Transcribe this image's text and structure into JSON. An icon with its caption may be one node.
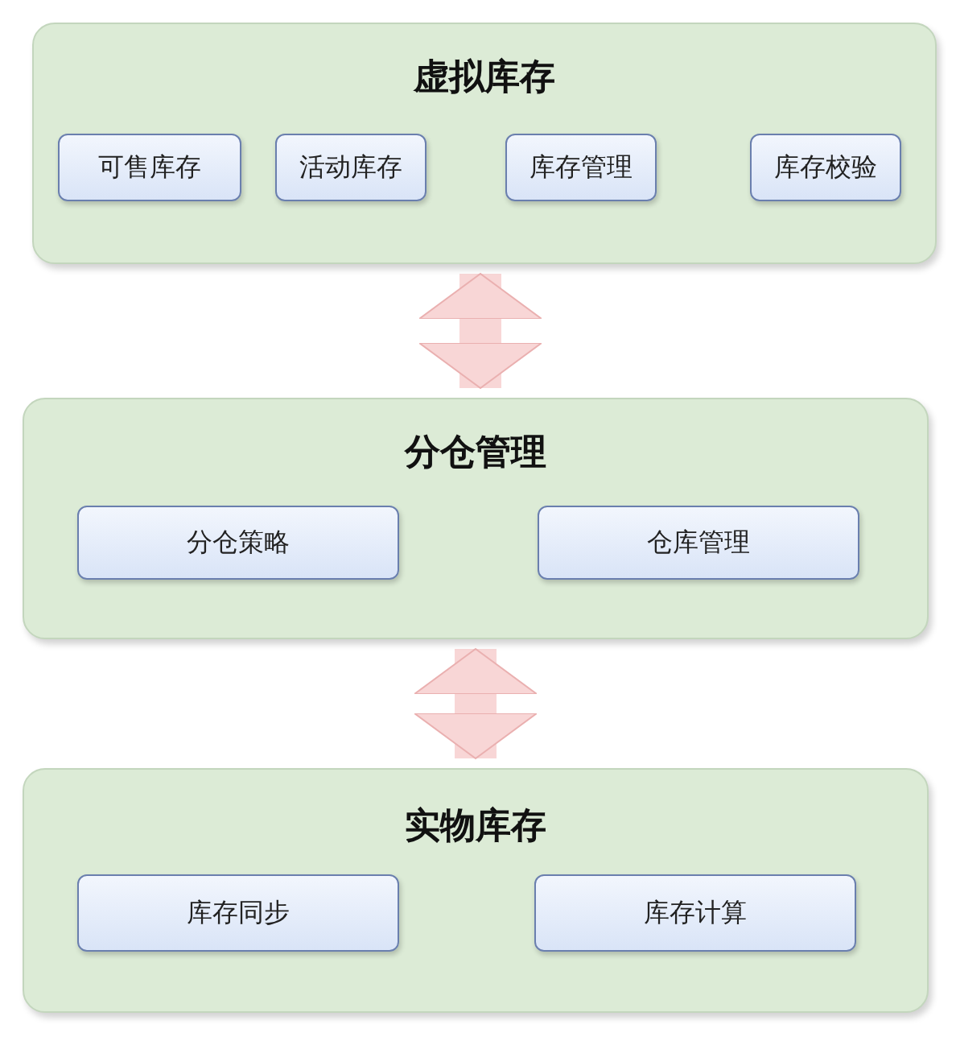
{
  "diagram": {
    "nodes": [
      {
        "text": [
          "虚拟库存"
        ]
      },
      {
        "text": [
          "可售库存"
        ],
        "in": 0
      },
      {
        "text": [
          "活动库存"
        ],
        "in": 0
      },
      {
        "text": [
          "库存管理"
        ],
        "in": 0
      },
      {
        "text": [
          "库存校验"
        ],
        "in": 0
      },
      {
        "text": [
          "分仓管理"
        ]
      },
      {
        "text": [
          "分仓策略"
        ],
        "in": 5
      },
      {
        "text": [
          "仓库管理"
        ],
        "in": 5
      },
      {
        "text": [
          "实物库存"
        ]
      },
      {
        "text": [
          "库存同步"
        ],
        "in": 8
      },
      {
        "text": [
          "库存计算"
        ],
        "in": 8
      }
    ],
    "edges": [
      {
        "from": 0,
        "to": 5,
        "arrow": "both"
      },
      {
        "from": 5,
        "to": 8,
        "arrow": "both"
      }
    ]
  }
}
